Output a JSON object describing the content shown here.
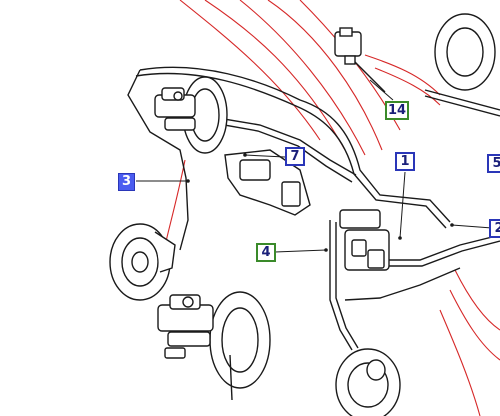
{
  "diagram": {
    "callouts": [
      {
        "id": "c1",
        "label": "1",
        "style": "blue"
      },
      {
        "id": "c2",
        "label": "2",
        "style": "blue"
      },
      {
        "id": "c3",
        "label": "3",
        "style": "selected"
      },
      {
        "id": "c4",
        "label": "4",
        "style": "green"
      },
      {
        "id": "c5",
        "label": "5",
        "style": "blue"
      },
      {
        "id": "c7",
        "label": "7",
        "style": "blue"
      },
      {
        "id": "c14",
        "label": "14",
        "style": "green"
      }
    ]
  },
  "colors": {
    "line": "#1a1a1a",
    "hydraulic": "#d62828",
    "callout_blue": "#2a36b8",
    "callout_green": "#3a8a2a",
    "selected_fill": "#4a5cf0"
  }
}
